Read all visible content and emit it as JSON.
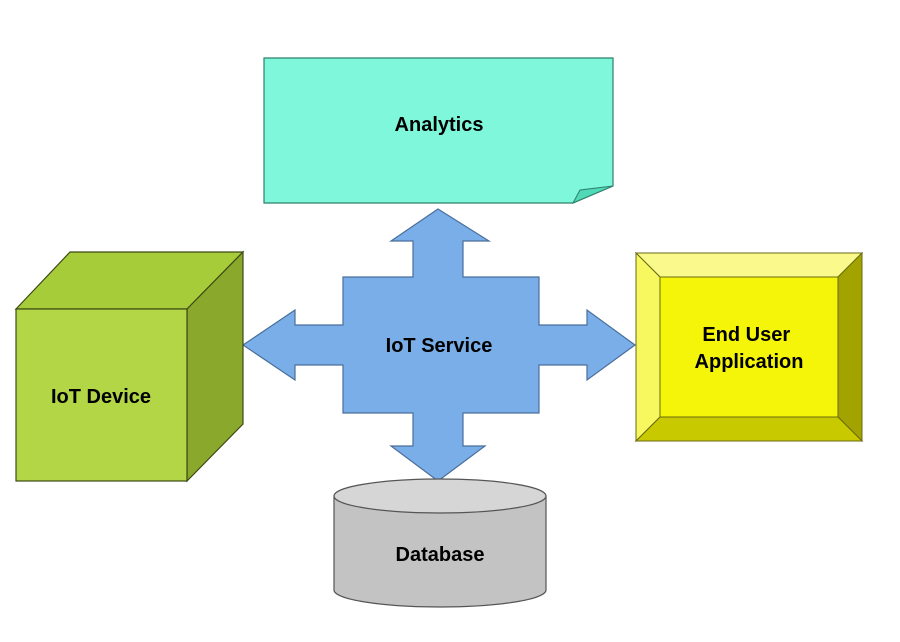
{
  "diagram": {
    "nodes": {
      "analytics": {
        "label": "Analytics",
        "shape": "note-with-folded-corner",
        "fill": "#7ff7db"
      },
      "iot_service": {
        "label": "IoT Service",
        "shape": "four-way-arrow",
        "fill": "#7aaee8"
      },
      "iot_device": {
        "label": "IoT Device",
        "shape": "cube",
        "fill": "#b2d645"
      },
      "end_user_application": {
        "label_line1": "End User",
        "label_line2": "Application",
        "shape": "bevel",
        "fill": "#f5f50a"
      },
      "database": {
        "label": "Database",
        "shape": "cylinder",
        "fill": "#c3c3c3"
      }
    },
    "connections": [
      {
        "from": "iot_service",
        "to": "analytics"
      },
      {
        "from": "iot_service",
        "to": "iot_device"
      },
      {
        "from": "iot_service",
        "to": "end_user_application"
      },
      {
        "from": "iot_service",
        "to": "database"
      }
    ]
  }
}
